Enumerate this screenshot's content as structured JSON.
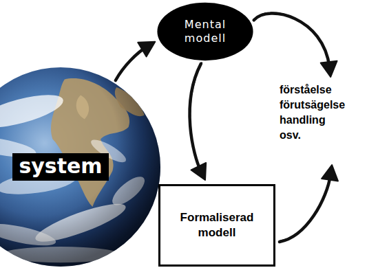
{
  "diagram": {
    "nodes": [
      {
        "text": [
          "system"
        ]
      },
      {
        "text": [
          "Mental modell"
        ]
      },
      {
        "text": [
          "Formaliserad modell"
        ]
      },
      {
        "text": [
          "förståelse förutsägelse handling osv."
        ]
      }
    ],
    "edges": [
      {
        "from": 0,
        "to": 1,
        "arrow": "to"
      },
      {
        "from": 1,
        "to": 3,
        "arrow": "to"
      },
      {
        "from": 1,
        "to": 2,
        "arrow": "to"
      },
      {
        "from": 2,
        "to": 3,
        "arrow": "to"
      }
    ]
  }
}
